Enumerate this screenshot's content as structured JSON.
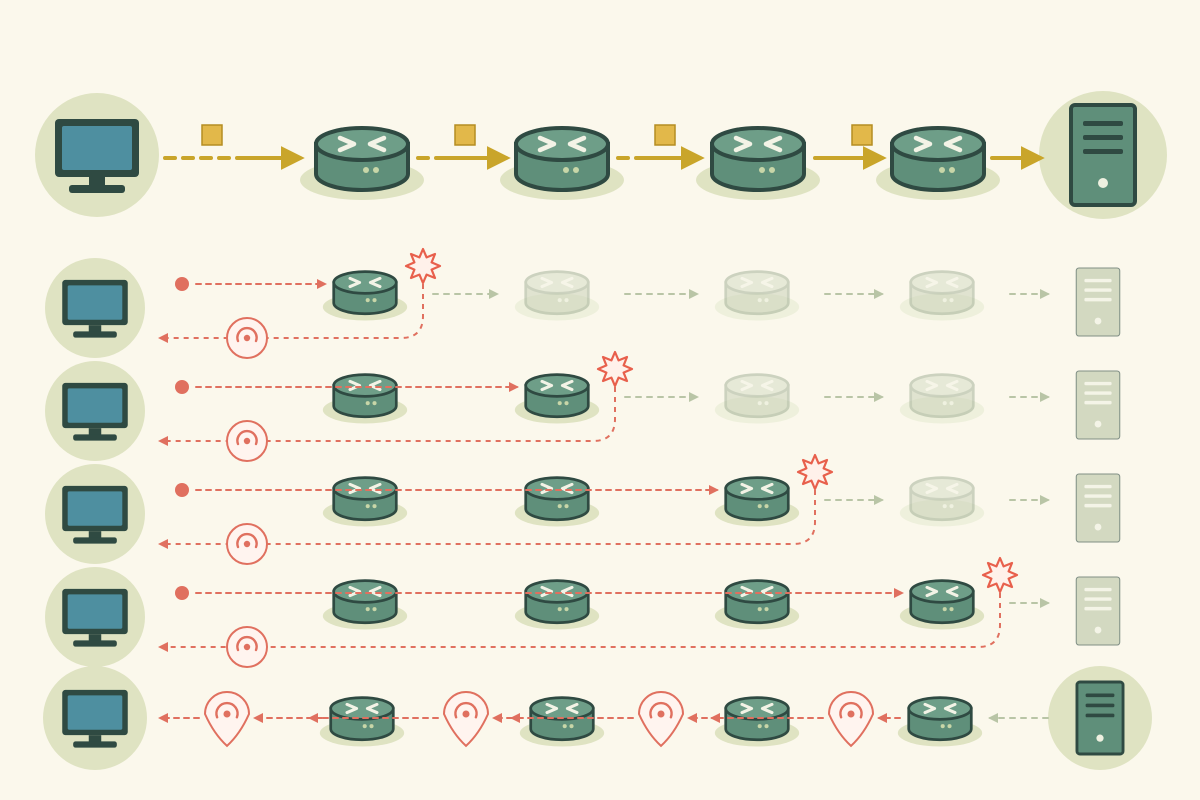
{
  "colors": {
    "background": "#fbf8ec",
    "halo": "#dfe3c2",
    "device_fill": "#5f8f7a",
    "device_top": "#6e9e88",
    "device_dark": "#2f4a42",
    "screen": "#4e8fa0",
    "packet": "#e2b84a",
    "packet_arrow": "#c9a52a",
    "probe": "#e0705f",
    "expire": "#e8604c",
    "pending": "#b9c5a6"
  },
  "icons": {
    "client": "computer-monitor-icon",
    "router": "router-icon",
    "server": "server-tower-icon",
    "packet": "data-packet-icon",
    "expire": "ttl-expired-burst-icon",
    "reply": "icmp-reply-signal-icon"
  },
  "overview": {
    "hops": 4,
    "packets_between_hops": 4
  },
  "probe_rows": [
    {
      "ttl": 1,
      "responding_hop": 1,
      "hops_total": 4
    },
    {
      "ttl": 2,
      "responding_hop": 2,
      "hops_total": 4
    },
    {
      "ttl": 3,
      "responding_hop": 3,
      "hops_total": 4
    },
    {
      "ttl": 4,
      "responding_hop": 4,
      "hops_total": 4
    }
  ],
  "return_path": {
    "hops": 4,
    "reply_markers": 4
  }
}
